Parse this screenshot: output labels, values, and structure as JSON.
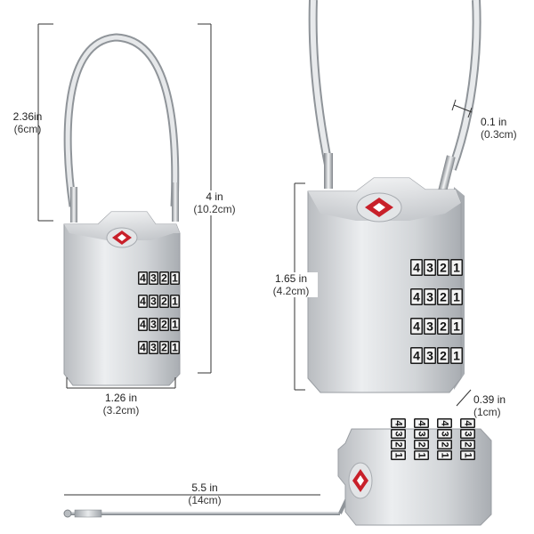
{
  "dimensions": {
    "cable_length": {
      "primary": "2.36in",
      "secondary": "(6cm)"
    },
    "overall_height": {
      "primary": "4 in",
      "secondary": "(10.2cm)"
    },
    "width": {
      "primary": "1.26 in",
      "secondary": "(3.2cm)"
    },
    "cable_diameter": {
      "primary": "0.1 in",
      "secondary": "(0.3cm)"
    },
    "body_height": {
      "primary": "1.65 in",
      "secondary": "(4.2cm)"
    },
    "depth": {
      "primary": "0.39 in",
      "secondary": "(1cm)"
    },
    "extended_cable": {
      "primary": "5.5 in",
      "secondary": "(14cm)"
    }
  },
  "dial_digits": [
    "4",
    "3",
    "2",
    "1"
  ],
  "colors": {
    "lock_body": "#d4d6d9",
    "tsa_badge": "#c8202a",
    "dial": "#1a1a1a",
    "dimension_line": "#333333"
  }
}
